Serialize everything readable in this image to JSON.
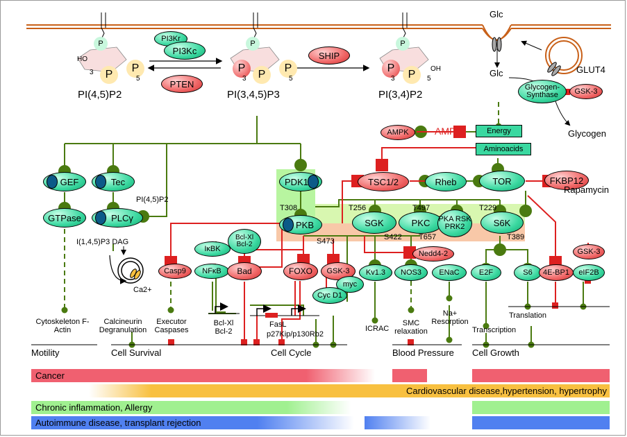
{
  "lipids": {
    "pip2": "PI(4,5)P2",
    "pip3": "PI(3,4,5)P3",
    "pi34p2": "PI(3,4)P2"
  },
  "enzymes": {
    "pi3kr": "PI3Kr",
    "pi3kc": "PI3Kc",
    "pten": "PTEN",
    "ship": "SHIP"
  },
  "glucose": {
    "glc_out": "Glc",
    "glc_in": "Glc",
    "glut4": "GLUT4",
    "glycogen_synthase": "Glycogen-Synthase",
    "gsk3_top": "GSK-3",
    "glycogen": "Glycogen",
    "energy": "Energy",
    "amp": "AMP",
    "ampk": "AMPK",
    "aminoacids": "Aminoacids"
  },
  "nodes": {
    "gef": "GEF",
    "tec": "Tec",
    "gtpase": "GTPase",
    "plcg": "PLCγ",
    "pdk1": "PDK1",
    "pkb": "PKB",
    "tsc": "TSC1/2",
    "rheb": "Rheb",
    "tor": "TOR",
    "fkbp12": "FKBP12",
    "rapamycin": "Rapamycin",
    "sgk": "SGK",
    "pkc": "PKC",
    "pka_group": "PKA RSK PRK2",
    "s6k": "S6K",
    "ikbk": "IκBK",
    "nfkb": "NFκB",
    "bclxl_bcl2": "Bcl-Xl Bcl-2",
    "bad": "Bad",
    "casp9": "Casp9",
    "foxo": "FOXO",
    "gsk3": "GSK-3",
    "myc": "myc",
    "cycd1": "Cyc D1",
    "kv13": "Kv1.3",
    "nos3": "NOS3",
    "nedd4": "Nedd4-2",
    "enac": "ENaC",
    "e2f": "E2F",
    "s6": "S6",
    "ebp1": "4E-BP1",
    "eif2b": "eIF2B",
    "gsk3_right": "GSK-3"
  },
  "sites": {
    "t308": "T308",
    "s473": "S473",
    "t256": "T256",
    "s422": "S422",
    "t497": "T497",
    "t657": "T657",
    "t229": "T229",
    "t389": "T389"
  },
  "labels": {
    "pip2_small": "PI(4,5)P2",
    "ip3_dag": "I(1,4,5)P3 DAG",
    "ca": "Ca2+",
    "cytoskeleton": "Cytoskeleton F-Actin",
    "calcineurin": "Calcineurin Degranulation",
    "executor": "Executor Caspases",
    "bclxl_out": "Bcl-Xl Bcl-2",
    "fasl": "FasL",
    "p27": "p27Kip/p130Rb2",
    "icrac": "ICRAC",
    "smc": "SMC relaxation",
    "na": "Na+ Resorption",
    "transcription": "Transcription",
    "translation": "Translation"
  },
  "outcomes": {
    "motility": "Motility",
    "cell_survival": "Cell Survival",
    "cell_cycle": "Cell Cycle",
    "blood_pressure": "Blood Pressure",
    "cell_growth": "Cell Growth"
  },
  "diseases": {
    "cancer": "Cancer",
    "cardio": "Cardiovascular disease,hypertension, hypertrophy",
    "inflammation": "Chronic inflammation, Allergy",
    "autoimmune": "Autoimmune disease, transplant rejection"
  },
  "colors": {
    "activation": "#4a7a10",
    "inhibition": "#dd2020",
    "membrane": "#c86018",
    "cancer_bar": "#f06070",
    "cardio_bar": "#f8c040",
    "inflammation_bar": "#a0f090",
    "autoimmune_bar": "#5080f0"
  }
}
